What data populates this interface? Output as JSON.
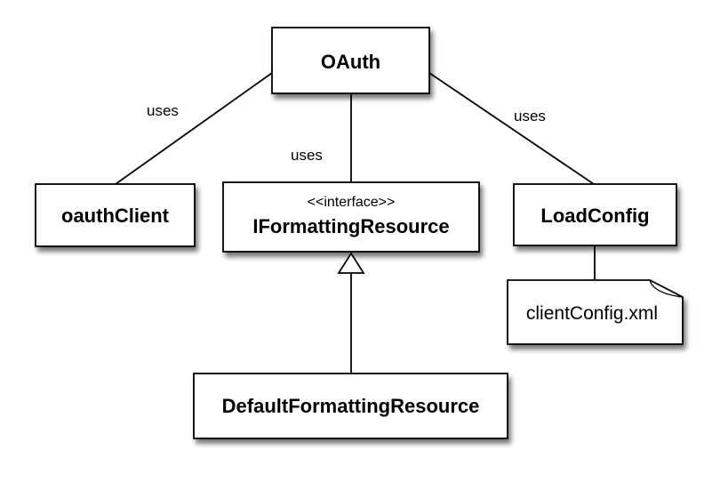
{
  "classes": {
    "oauth": {
      "name": "OAuth"
    },
    "oauth_client": {
      "name": "oauthClient"
    },
    "iformatting_resource": {
      "stereotype": "<<interface>>",
      "name": "IFormattingResource"
    },
    "load_config": {
      "name": "LoadConfig"
    },
    "default_formatting_resource": {
      "name": "DefaultFormattingResource"
    }
  },
  "files": {
    "client_config": {
      "name": "clientConfig.xml"
    }
  },
  "relations": {
    "oauth_to_client": {
      "label": "uses",
      "type": "association"
    },
    "oauth_to_iformatting": {
      "label": "uses",
      "type": "association"
    },
    "oauth_to_loadconfig": {
      "label": "uses",
      "type": "association"
    },
    "default_to_iformatting": {
      "type": "realization"
    },
    "loadconfig_to_file": {
      "type": "association"
    }
  },
  "colors": {
    "stroke": "#000000",
    "fill": "#ffffff",
    "shadow": "#000000"
  }
}
